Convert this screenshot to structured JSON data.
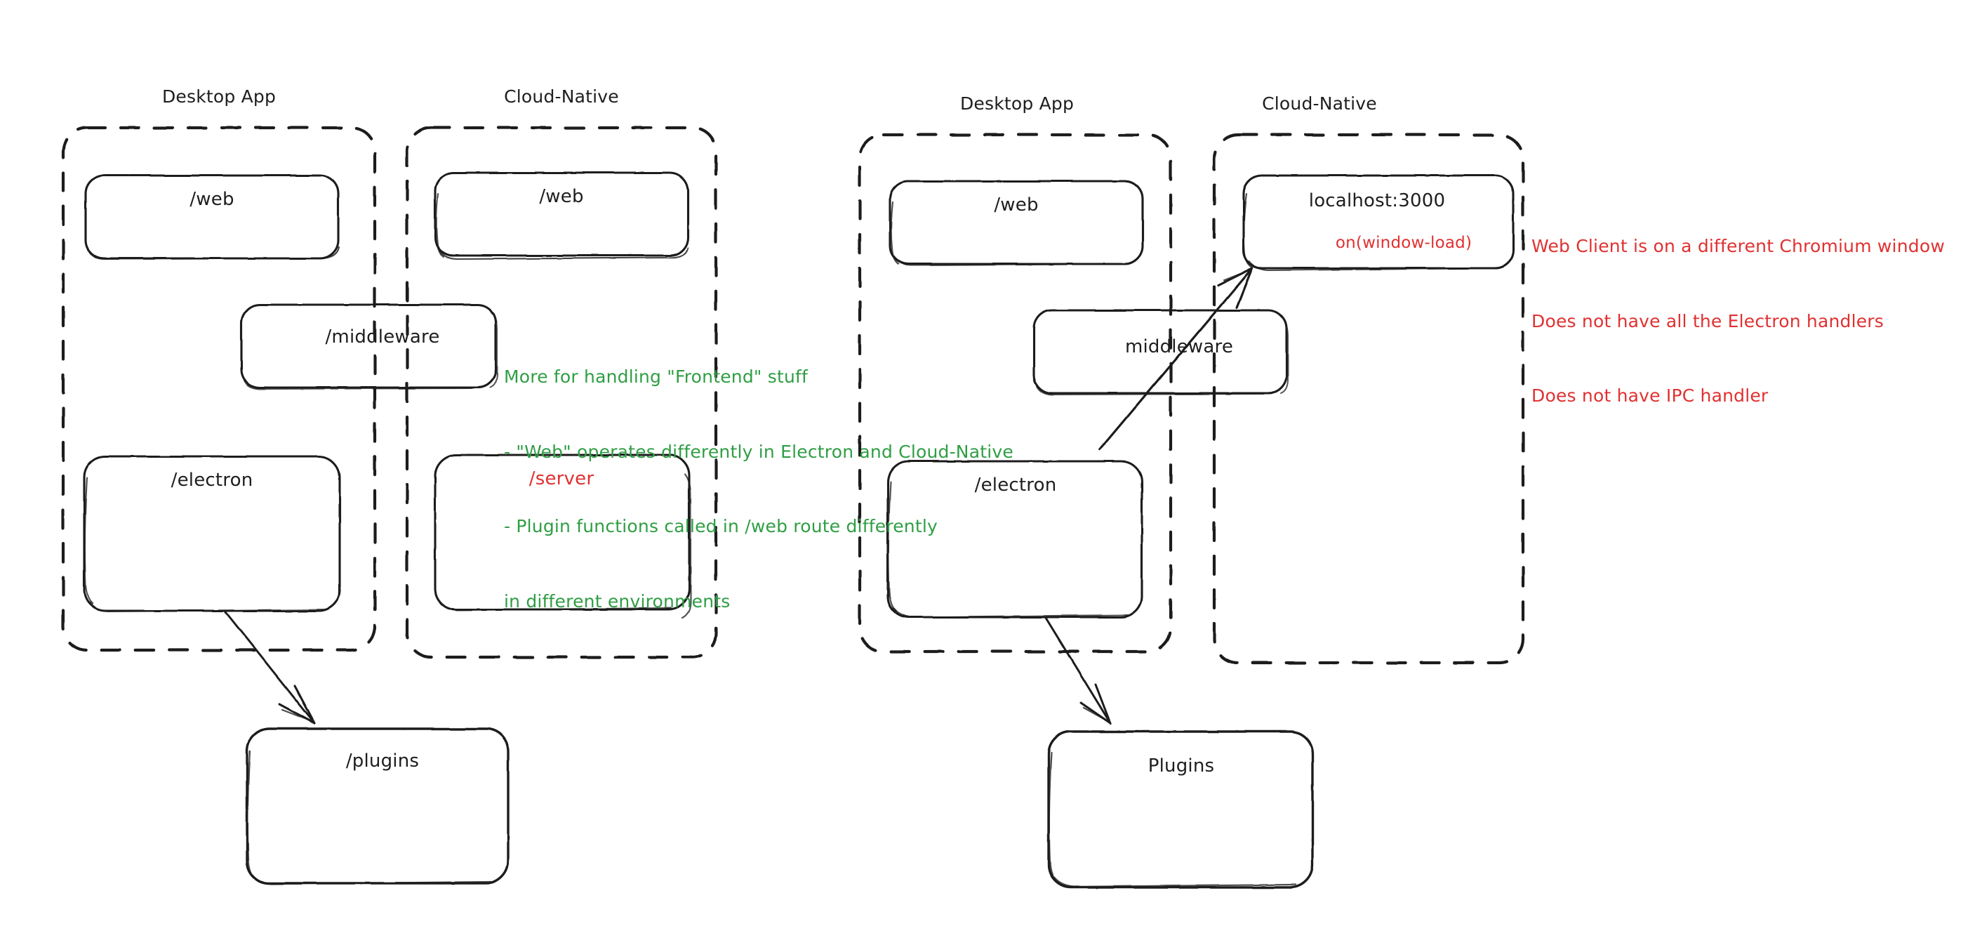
{
  "diagram": {
    "title_unlabeled": true,
    "colors": {
      "stroke": "#1e1e1e",
      "green": "#2f9e44",
      "red": "#e03131",
      "background": "#ffffff"
    },
    "panels": [
      {
        "id": "left-panel",
        "groups": [
          {
            "id": "left-desktop-app",
            "title": "Desktop App",
            "nodes": [
              {
                "id": "left-web",
                "label": "/web",
                "color": "black"
              },
              {
                "id": "left-electron",
                "label": "/electron",
                "color": "black"
              }
            ]
          },
          {
            "id": "left-cloud-native",
            "title": "Cloud-Native",
            "nodes": [
              {
                "id": "left-web-cn",
                "label": "/web",
                "color": "black"
              },
              {
                "id": "left-server",
                "label": "/server",
                "color": "red"
              }
            ]
          }
        ],
        "straddle_nodes": [
          {
            "id": "left-middleware",
            "label": "/middleware",
            "color": "black"
          }
        ],
        "outside_nodes": [
          {
            "id": "left-plugins",
            "label": "/plugins",
            "color": "black"
          }
        ],
        "annotations": [
          {
            "id": "left-green-note",
            "color": "green",
            "lines": [
              "More for handling \"Frontend\" stuff",
              "- \"Web\" operates differently in Electron and Cloud-Native",
              "- Plugin functions called in /web route differently",
              "in different environments"
            ]
          }
        ],
        "arrows": [
          {
            "id": "left-electron-to-plugins",
            "from": "left-electron",
            "to": "left-plugins"
          }
        ]
      },
      {
        "id": "right-panel",
        "groups": [
          {
            "id": "right-desktop-app",
            "title": "Desktop App",
            "nodes": [
              {
                "id": "right-web",
                "label": "/web",
                "color": "black"
              },
              {
                "id": "right-electron",
                "label": "/electron",
                "color": "black"
              }
            ]
          },
          {
            "id": "right-cloud-native",
            "title": "Cloud-Native",
            "nodes": [
              {
                "id": "right-localhost",
                "label": "localhost:3000",
                "color": "black"
              },
              {
                "id": "right-localhost-sub",
                "label": "on(window-load)",
                "color": "red"
              }
            ]
          }
        ],
        "straddle_nodes": [
          {
            "id": "right-middleware",
            "label": "middleware",
            "color": "black"
          }
        ],
        "outside_nodes": [
          {
            "id": "right-plugins",
            "label": "Plugins",
            "color": "black"
          }
        ],
        "annotations": [
          {
            "id": "right-red-note",
            "color": "red",
            "lines": [
              "Web Client is on a different Chromium window",
              "Does not have all the Electron handlers",
              "Does not have IPC handler"
            ]
          }
        ],
        "arrows": [
          {
            "id": "right-electron-to-plugins",
            "from": "right-electron",
            "to": "right-plugins"
          },
          {
            "id": "right-electron-to-localhost",
            "from": "right-electron",
            "to": "right-localhost"
          }
        ]
      }
    ]
  },
  "text": {
    "left": {
      "group1_title": "Desktop App",
      "group2_title": "Cloud-Native",
      "web": "/web",
      "web_cn": "/web",
      "middleware": "/middleware",
      "electron": "/electron",
      "server": "/server",
      "plugins": "/plugins",
      "note_l1": "More for handling \"Frontend\" stuff",
      "note_l2": "- \"Web\" operates differently in Electron and Cloud-Native",
      "note_l3": "- Plugin functions called in /web route differently",
      "note_l4": "in different environments"
    },
    "right": {
      "group1_title": "Desktop App",
      "group2_title": "Cloud-Native",
      "web": "/web",
      "localhost": "localhost:3000",
      "on_window_load": "on(window-load)",
      "middleware": "middleware",
      "electron": "/electron",
      "plugins": "Plugins",
      "note_l1": "Web Client is on a different Chromium window",
      "note_l2": "Does not have all the Electron handlers",
      "note_l3": "Does not have IPC handler"
    }
  }
}
